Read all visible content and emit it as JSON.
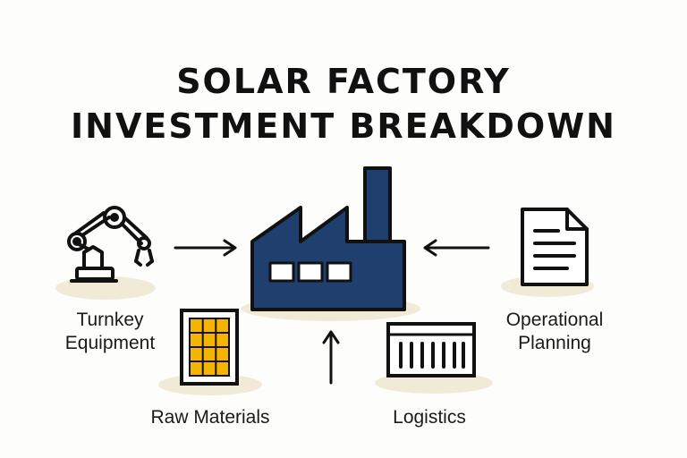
{
  "title": {
    "line1": "SOLAR FACTORY",
    "line2": "INVESTMENT BREAKDOWN"
  },
  "nodes": [
    {
      "id": "turnkey",
      "label_line1": "Turnkey",
      "label_line2": "Equipment",
      "icon": "robotic-arm-icon"
    },
    {
      "id": "raw",
      "label": "Raw Materials",
      "icon": "solar-panel-icon"
    },
    {
      "id": "logistics",
      "label": "Logistics",
      "icon": "shipping-container-icon"
    },
    {
      "id": "operational",
      "label_line1": "Operational",
      "label_line2": "Planning",
      "icon": "document-icon"
    },
    {
      "id": "factory",
      "icon": "factory-icon"
    }
  ],
  "colors": {
    "factory": "#1f3f6e",
    "panel": "#f4b400",
    "shadow": "#f1ead6",
    "stroke": "#111111"
  }
}
